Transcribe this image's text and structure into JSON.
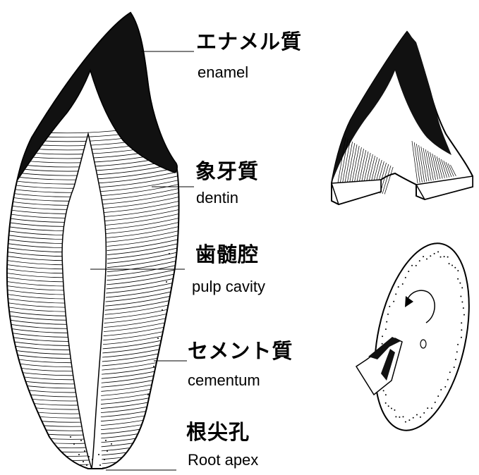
{
  "labels": {
    "enamel": {
      "ja": "エナメル質",
      "en": "enamel"
    },
    "dentin": {
      "ja": "象牙質",
      "en": "dentin"
    },
    "pulp": {
      "ja": "歯髄腔",
      "en": "pulp cavity"
    },
    "cementum": {
      "ja": "セメント質",
      "en": "cementum"
    },
    "apex": {
      "ja": "根尖孔",
      "en": "Root apex"
    }
  },
  "colors": {
    "ink": "#000000",
    "paper": "#ffffff",
    "enamel": "#111111"
  },
  "icons": {
    "rotation_arrow": "curved-arrow-icon"
  }
}
